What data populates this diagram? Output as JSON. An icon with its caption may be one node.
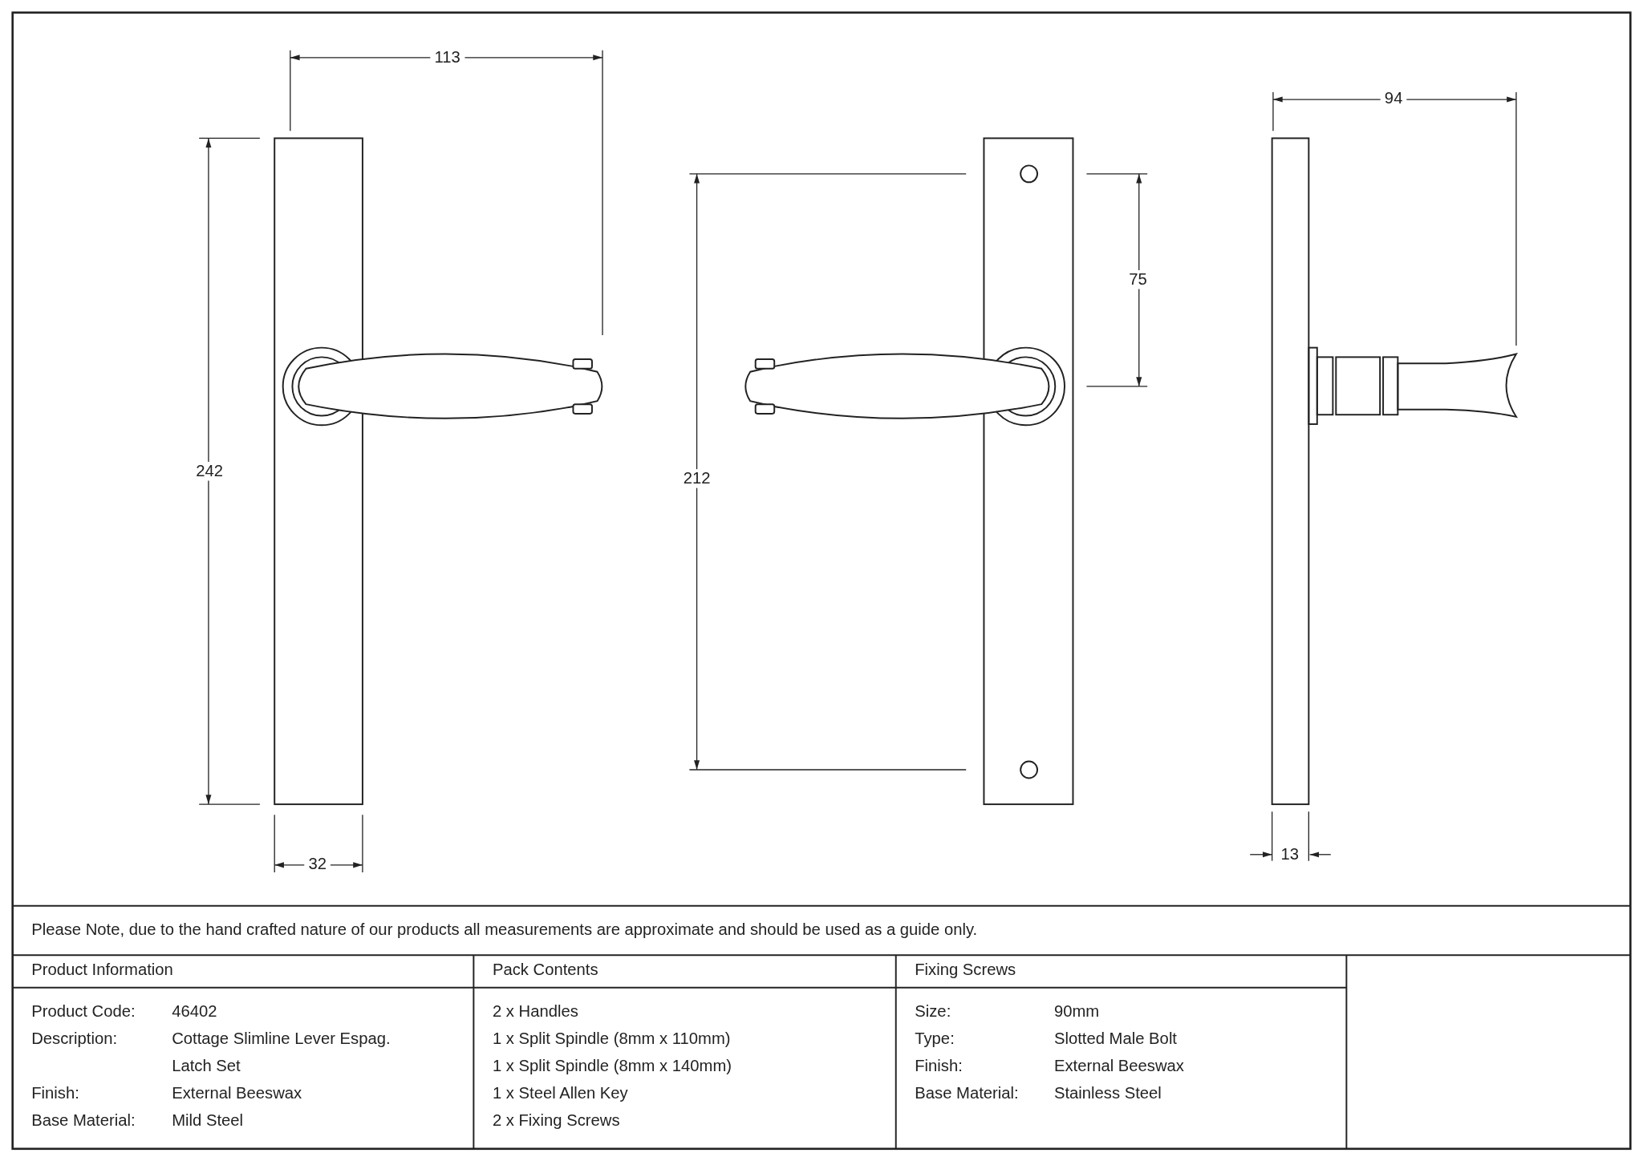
{
  "diagram": {
    "labels": [
      "113",
      "94",
      "75",
      "242",
      "212",
      "32",
      "13",
      "Please Note, due to the hand crafted nature of our products all measurements are approximate and should be used as a guide only.",
      "Product Information",
      "Pack Contents",
      "Fixing Screws",
      "Product Code:",
      "46402",
      "2 x Handles",
      "Size:",
      "90mm",
      "Description:",
      "Cottage Slimline Lever Espag. Latch Set",
      "1 x Split Spindle (8mm x 110mm)",
      "Type:",
      "Slotted Male Bolt",
      "1 x Split Spindle (8mm x 140mm)",
      "Finish:",
      "External Beeswax",
      "Finish:",
      "External Beeswax",
      "1 x Steel Allen Key",
      "Base Material:",
      "Stainless Steel",
      "Base Material:",
      "Mild Steel",
      "2 x Fixing Screws"
    ]
  }
}
